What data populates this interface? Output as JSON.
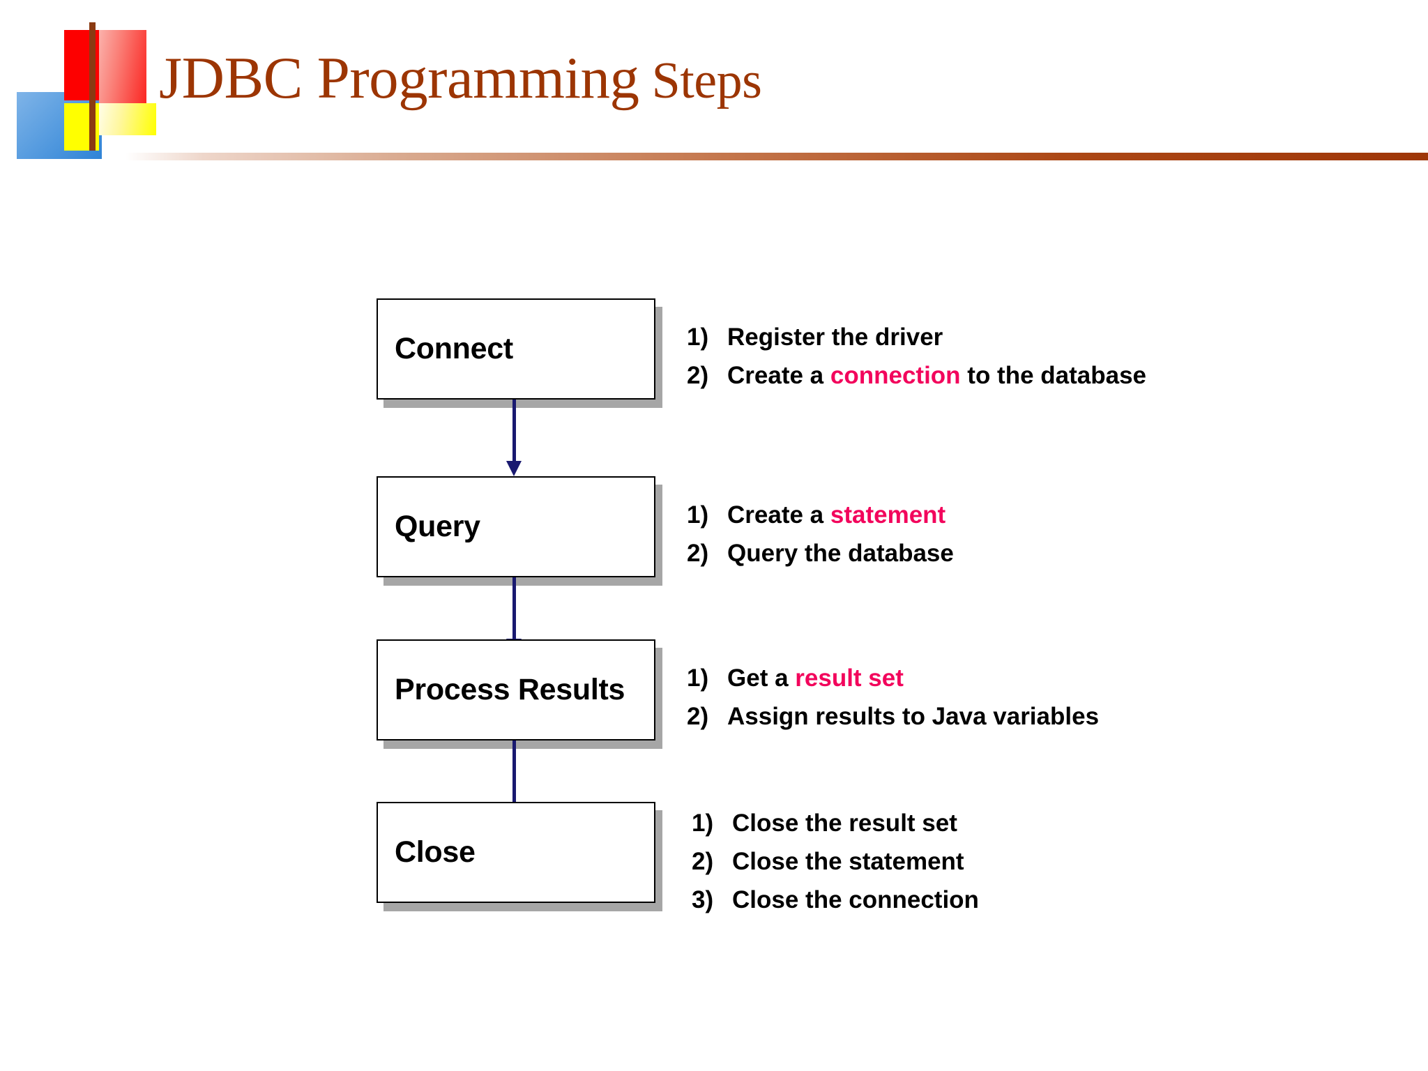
{
  "slide": {
    "title_main": "JDBC Programming",
    "title_tail": "Steps",
    "accent_color": "#9c3503",
    "keyword_color": "#f2055c",
    "arrow_color": "#191970"
  },
  "logo": {
    "blue_square": "#2f83d6",
    "red_square": "#fd0000",
    "yellow_square": "#ffff00",
    "bar": "#8b3a12"
  },
  "flow": {
    "steps": [
      {
        "box_label": "Connect",
        "notes": [
          {
            "num": "1)",
            "pre": "Register the driver",
            "kw": "",
            "post": ""
          },
          {
            "num": "2)",
            "pre": "Create a ",
            "kw": "connection",
            "post": " to the database"
          }
        ]
      },
      {
        "box_label": "Query",
        "notes": [
          {
            "num": "1)",
            "pre": "Create a ",
            "kw": "statement",
            "post": ""
          },
          {
            "num": "2)",
            "pre": "Query the database",
            "kw": "",
            "post": ""
          }
        ]
      },
      {
        "box_label": "Process Results",
        "notes": [
          {
            "num": "1)",
            "pre": "Get a ",
            "kw": "result set",
            "post": ""
          },
          {
            "num": "2)",
            "pre": "Assign results to Java variables",
            "kw": "",
            "post": ""
          }
        ]
      },
      {
        "box_label": "Close",
        "notes": [
          {
            "num": "1)",
            "pre": "Close the result set",
            "kw": "",
            "post": ""
          },
          {
            "num": "2)",
            "pre": "Close the statement",
            "kw": "",
            "post": ""
          },
          {
            "num": "3)",
            "pre": "Close the connection",
            "kw": "",
            "post": ""
          }
        ]
      }
    ]
  }
}
